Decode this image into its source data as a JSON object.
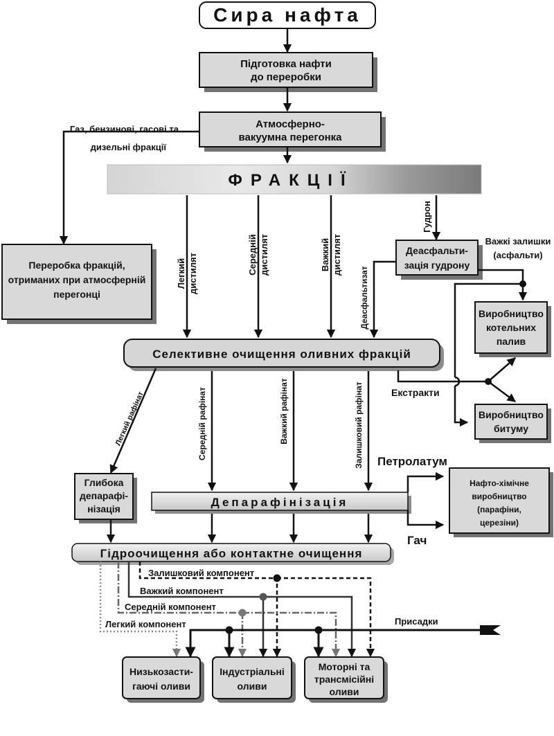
{
  "nodes": {
    "crude_oil": "Сира нафта",
    "preparation": [
      "Підготовка нафти",
      "до переробки"
    ],
    "distillation": [
      "Атмосферно-",
      "вакуумна перегонка"
    ],
    "fractions": "ФРАКЦІЇ",
    "processing": [
      "Переробка фракцій,",
      "отриманих при атмосферній",
      "перегонці"
    ],
    "deasphalting": [
      "Деасфальти-",
      "зація гудрону"
    ],
    "boiler_fuels": [
      "Виробництво",
      "котельних",
      "палив"
    ],
    "bitumen": [
      "Виробництво",
      "битуму"
    ],
    "selective": "Селективне очищення оливних фракцій",
    "deep_dewax": [
      "Глибока",
      "депарафі-",
      "нізація"
    ],
    "dewaxing": "Депарафінізація",
    "petrochem": [
      "Нафто-хімічне",
      "виробництво",
      "(парафіни,",
      "церезіни)"
    ],
    "hydro": "Гідроочищення або контактне очищення",
    "low_freeze": [
      "Низькозасти-",
      "гаючі оливи"
    ],
    "industrial": [
      "Індустріальні",
      "оливи"
    ],
    "motor": [
      "Моторні та",
      "трансмісійні",
      "оливи"
    ]
  },
  "labels": {
    "gas_fractions": [
      "Газ,  бензинові, гасові та",
      "дизельні  фракції"
    ],
    "gudron": "Гудрон",
    "heavy_residues": [
      "Важкі залишки",
      "(асфальти)"
    ],
    "light_distillate": [
      "Легкий",
      "дистилят"
    ],
    "medium_distillate": [
      "Середній",
      "дистилят"
    ],
    "heavy_distillate": [
      "Важкий",
      "дистилят"
    ],
    "deasphaltizate": "Деасфальтизат",
    "extracts": "Екстракти",
    "light_raffinate": "Легкий рафінат",
    "medium_raffinate": "Середній рафінат",
    "heavy_raffinate": "Важкий рафінат",
    "residual_raffinate": "Залишковий рафінат",
    "petrolatum": "Петролатум",
    "slack_wax": "Гач",
    "residual_component": "Залишковий компонент",
    "heavy_component": "Важкий компонент",
    "medium_component": "Середній компонент",
    "light_component": "Легкий компонент",
    "additives": "Присадки"
  }
}
